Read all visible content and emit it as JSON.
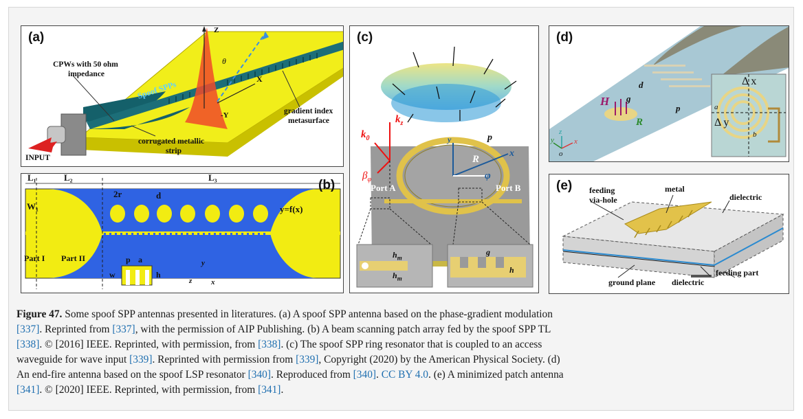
{
  "panels": {
    "a": {
      "label": "(a)",
      "texts": {
        "cpw": "CPWs with 50 ohm",
        "cpw2": "impedance",
        "spoof": "Spoof SPPs",
        "z": "Z",
        "x": "X",
        "theta": "θ",
        "minus_y": "-Y",
        "gradient": "gradient index",
        "gradient2": "metasurface",
        "corrugated": "corrugated metallic",
        "corrugated2": "strip",
        "input": "INPUT"
      }
    },
    "b": {
      "label": "(b)",
      "texts": {
        "L1": "L₁",
        "L2": "L₂",
        "L3": "L₃",
        "W1": "W₁",
        "two_r": "2r",
        "d": "d",
        "yfx": "y=f(x)",
        "part1": "Part I",
        "part2": "Part II",
        "p": "p",
        "a": "a",
        "w": "w",
        "h": "h",
        "y": "y",
        "z": "z",
        "x": "x"
      }
    },
    "c": {
      "label": "(c)",
      "texts": {
        "kz": "k",
        "kz_sub": "z",
        "k0": "k",
        "k0_sub": "0",
        "beta": "β",
        "beta_sub": "φ",
        "y": "y",
        "p": "p",
        "R": "R",
        "phi": "φ",
        "x": "x",
        "portA": "Port A",
        "portB": "Port B",
        "hm1": "h",
        "hm2": "h",
        "hm_sub": "m",
        "g": "g",
        "h": "h"
      }
    },
    "d": {
      "label": "(d)",
      "texts": {
        "d": "d",
        "g": "g",
        "p": "p",
        "H": "H",
        "R": "R",
        "dx": "Δ x",
        "dy": "Δ y",
        "a": "a",
        "b": "b",
        "ax_y": "y",
        "ax_z": "z",
        "ax_x": "x",
        "ax_o": "o"
      }
    },
    "e": {
      "label": "(e)",
      "texts": {
        "feeding": "feeding",
        "via": "via-hole",
        "metal": "metal",
        "dielectric_top": "dielectric",
        "ground": "ground plane",
        "dielectric_bot": "dielectric",
        "feeding_part": "feeding part"
      }
    }
  },
  "caption": {
    "figure_label": "Figure 47.",
    "lines": [
      [
        {
          "t": " Some spoof SPP antennas presented in literatures. (a) A spoof SPP antenna based on the phase-gradient modulation"
        }
      ],
      [
        {
          "t": "[337]",
          "ref": true
        },
        {
          "t": ". Reprinted from "
        },
        {
          "t": "[337]",
          "ref": true
        },
        {
          "t": ", with the permission of AIP Publishing. (b) A beam scanning patch array fed by the spoof SPP TL"
        }
      ],
      [
        {
          "t": "[338]",
          "ref": true
        },
        {
          "t": ". © [2016] IEEE. Reprinted, with permission, from "
        },
        {
          "t": "[338]",
          "ref": true
        },
        {
          "t": ". (c) The spoof SPP ring resonator that is coupled to an access"
        }
      ],
      [
        {
          "t": "waveguide for wave input "
        },
        {
          "t": "[339]",
          "ref": true
        },
        {
          "t": ". Reprinted with permission from "
        },
        {
          "t": "[339]",
          "ref": true
        },
        {
          "t": ", Copyright (2020) by the American Physical Society. (d)"
        }
      ],
      [
        {
          "t": "An end-fire antenna based on the spoof LSP resonator "
        },
        {
          "t": "[340]",
          "ref": true
        },
        {
          "t": ". Reproduced from "
        },
        {
          "t": "[340]",
          "ref": true
        },
        {
          "t": ". "
        },
        {
          "t": "CC BY 4.0",
          "ref": true
        },
        {
          "t": ". (e) A minimized patch antenna"
        }
      ],
      [
        {
          "t": "[341]",
          "ref": true
        },
        {
          "t": ". © [2020] IEEE. Reprinted, with permission, from "
        },
        {
          "t": "[341]",
          "ref": true
        },
        {
          "t": "."
        }
      ]
    ]
  }
}
